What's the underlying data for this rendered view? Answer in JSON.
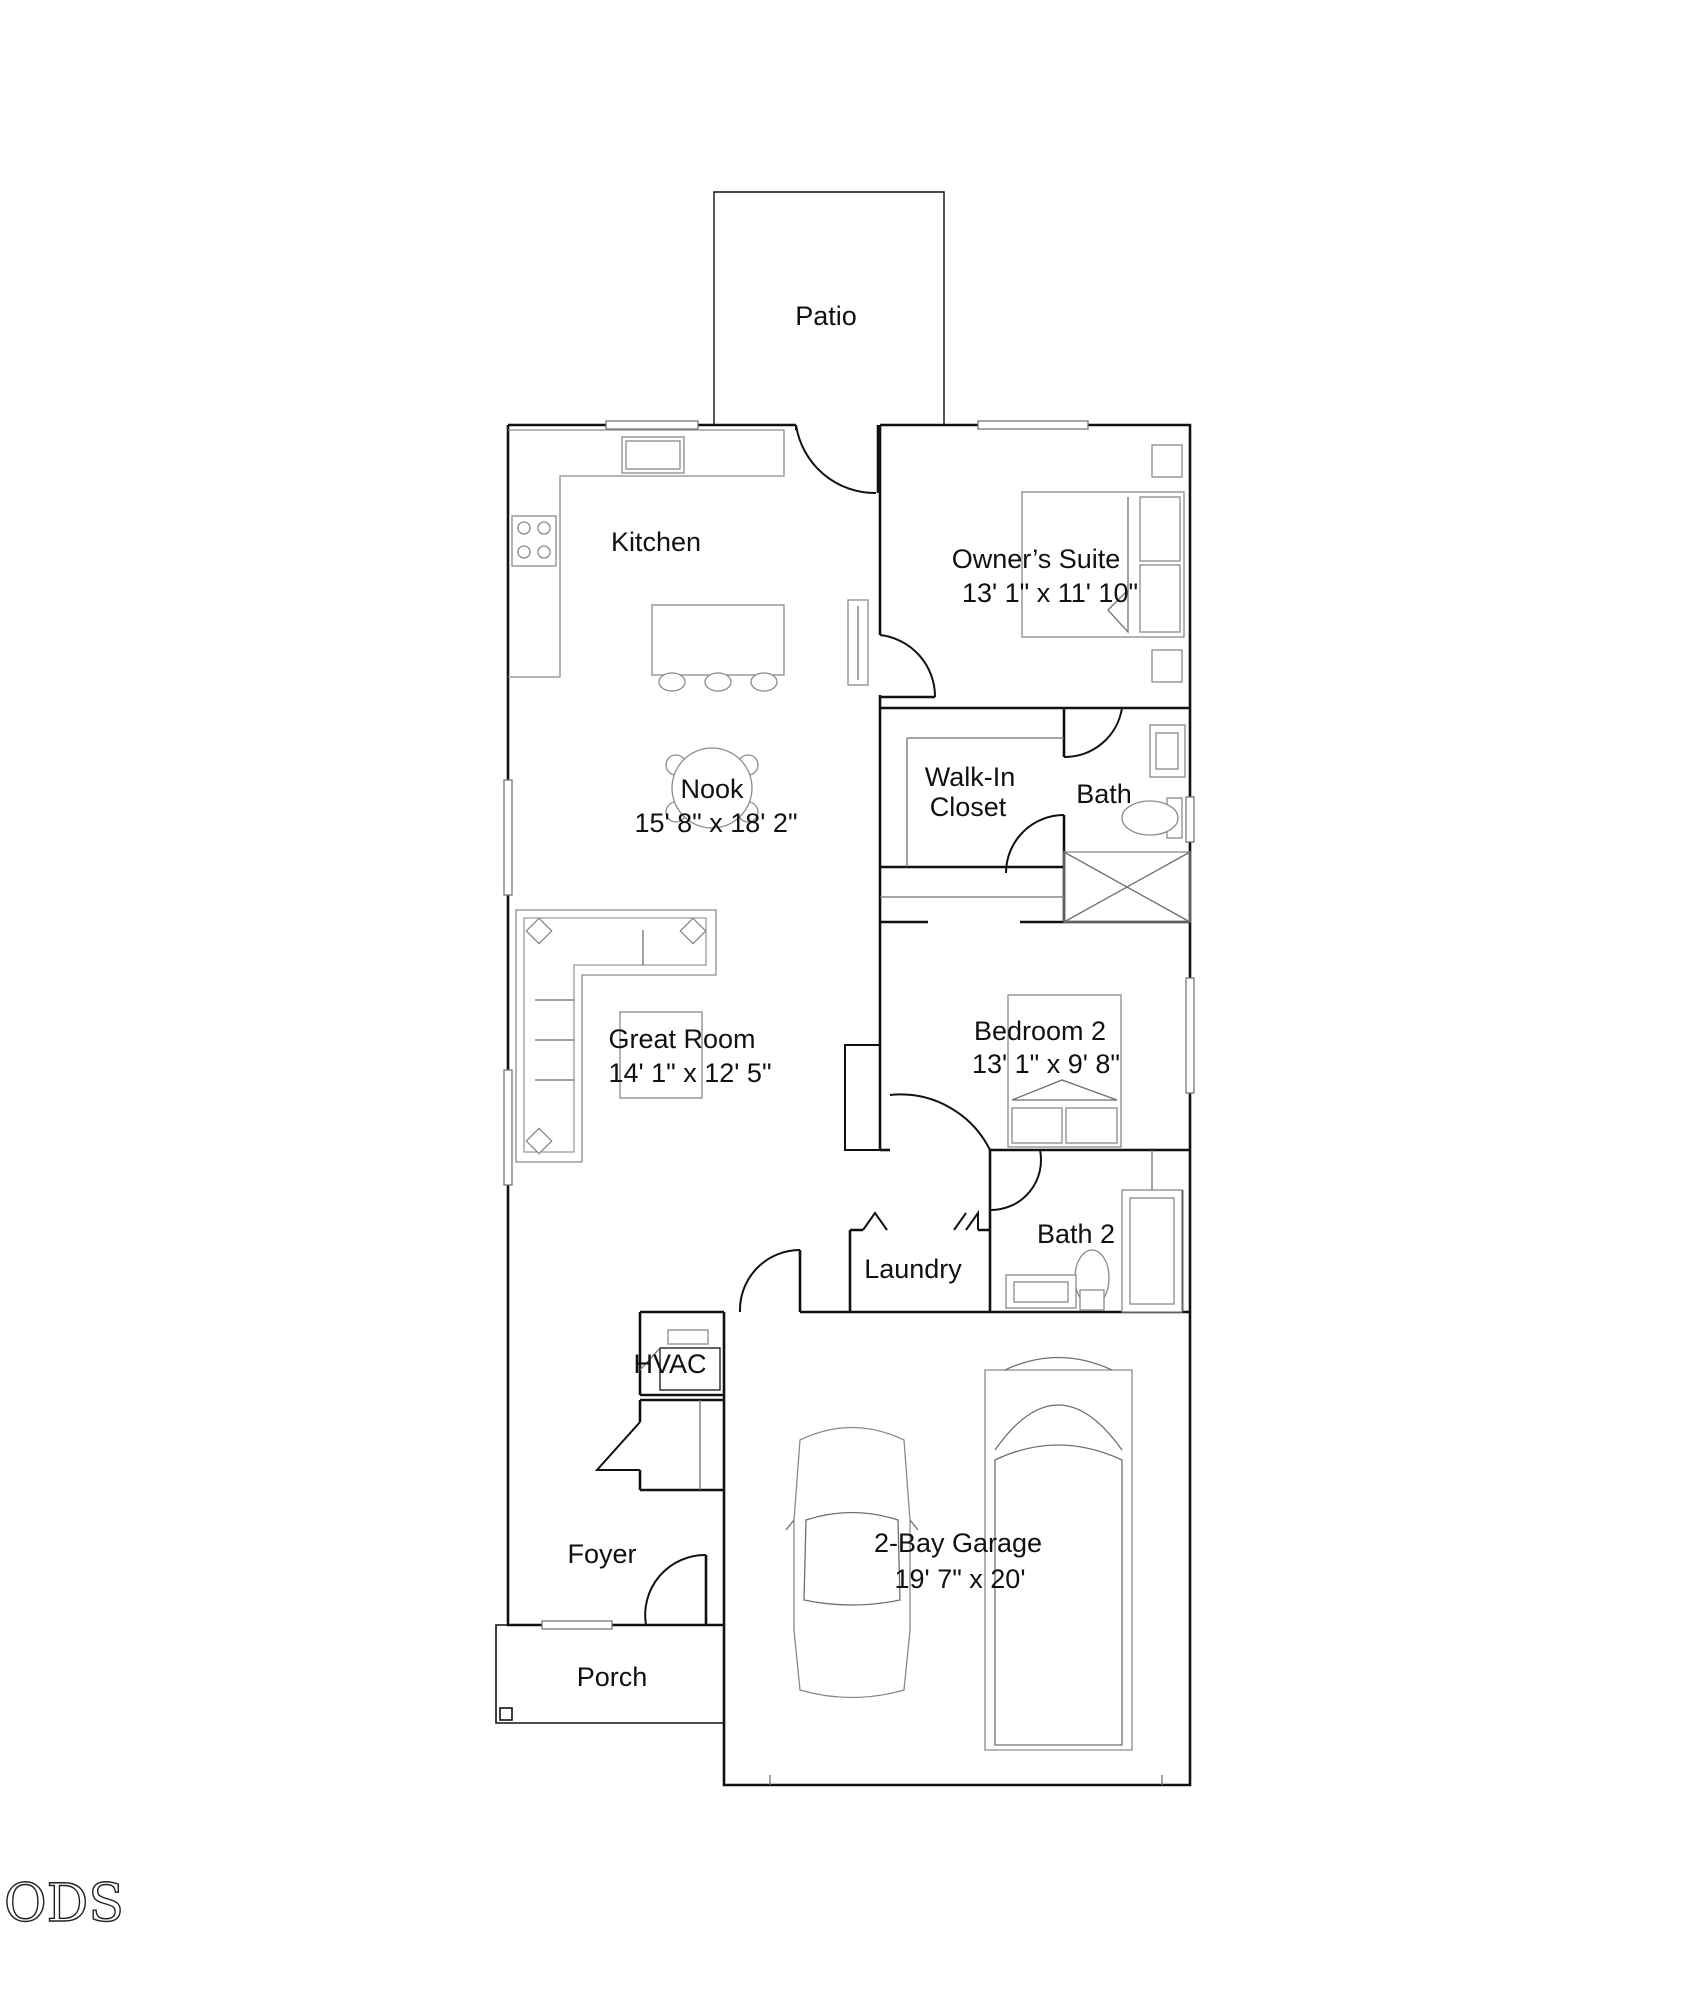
{
  "rooms": {
    "patio": {
      "name": "Patio"
    },
    "kitchen": {
      "name": "Kitchen"
    },
    "owners_suite": {
      "name": "Owner’s Suite",
      "dims": "13' 1\" x 11' 10\""
    },
    "nook": {
      "name": "Nook",
      "dims": "15' 8\" x 18' 2\""
    },
    "walk_in_closet": {
      "name_line1": "Walk-In",
      "name_line2": "Closet"
    },
    "bath": {
      "name": "Bath"
    },
    "great_room": {
      "name": "Great Room",
      "dims": "14' 1\" x 12' 5\""
    },
    "bedroom_2": {
      "name": "Bedroom 2",
      "dims": "13' 1\" x 9' 8\""
    },
    "bath_2": {
      "name": "Bath 2"
    },
    "laundry": {
      "name": "Laundry"
    },
    "hvac": {
      "name": "HVAC"
    },
    "garage": {
      "name": "2-Bay Garage",
      "dims": "19' 7\" x 20'"
    },
    "foyer": {
      "name": "Foyer"
    },
    "porch": {
      "name": "Porch"
    }
  },
  "logo": {
    "text": "ODS"
  }
}
